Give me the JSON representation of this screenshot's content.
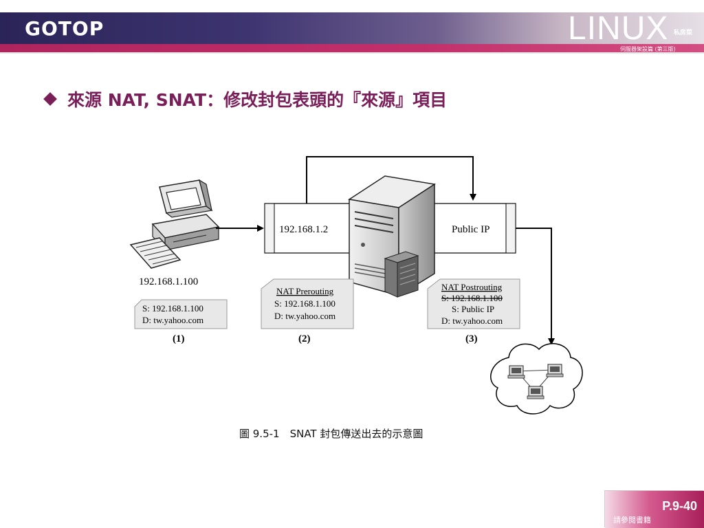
{
  "header": {
    "publisher_logo": "GOTOP",
    "linux_logo": "LINUX",
    "linux_logo_suffix": "私房菜",
    "linux_logo_sub": "伺服器架設篇 (第三版)"
  },
  "heading": {
    "text": "來源 NAT, SNAT：修改封包表頭的『來源』項目",
    "bullet_icon": "diamond-bullet-icon"
  },
  "diagram": {
    "client_ip": "192.168.1.100",
    "router_lan_ip": "192.168.1.2",
    "router_wan_ip": "Public IP",
    "box1": {
      "line1": "S: 192.168.1.100",
      "line2": "D: tw.yahoo.com",
      "label": "(1)"
    },
    "box2": {
      "title": "NAT Prerouting",
      "line1": "S: 192.168.1.100",
      "line2": "D: tw.yahoo.com",
      "label": "(2)"
    },
    "box3": {
      "title": "NAT Postrouting",
      "struck": "S: 192.168.1.100",
      "line1": "S: Public IP",
      "line2": "D: tw.yahoo.com",
      "label": "(3)"
    },
    "icons": {
      "client": "desktop-computer-icon",
      "server": "server-tower-icon",
      "internet": "internet-cloud-icon"
    }
  },
  "caption": "圖 9.5-1　SNAT 封包傳送出去的示意圖",
  "footer": {
    "page_number": "P.9-40",
    "reference": "請參閱書籍"
  },
  "colors": {
    "accent": "#7a1e5a",
    "header_dark": "#2b2458",
    "header_stripe": "#b0245e"
  }
}
